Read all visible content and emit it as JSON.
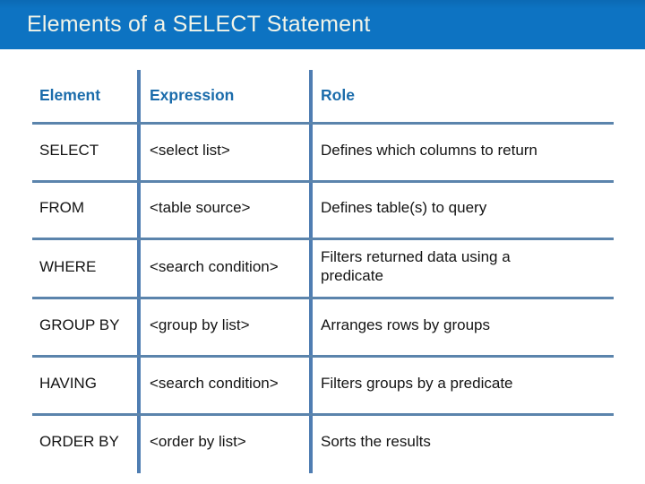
{
  "slide": {
    "title": "Elements of a SELECT Statement"
  },
  "colors": {
    "title_bar": "#0d73c2",
    "title_text": "#f2f4e8",
    "header_text": "#1b6cab",
    "grid_h": "#5b84ac",
    "grid_v": "#4f7db2",
    "body_text": "#141414"
  },
  "table": {
    "headers": [
      "Element",
      "Expression",
      "Role"
    ],
    "rows": [
      {
        "element": "SELECT",
        "expression": "<select list>",
        "role": "Defines which columns to return"
      },
      {
        "element": "FROM",
        "expression": "<table source>",
        "role": "Defines table(s) to query"
      },
      {
        "element": "WHERE",
        "expression": "<search condition>",
        "role": "Filters returned data using a\npredicate"
      },
      {
        "element": "GROUP BY",
        "expression": "<group by list>",
        "role": "Arranges rows by groups"
      },
      {
        "element": "HAVING",
        "expression": "<search condition>",
        "role": "Filters groups by a predicate"
      },
      {
        "element": "ORDER BY",
        "expression": "<order by list>",
        "role": "Sorts the results"
      }
    ]
  }
}
